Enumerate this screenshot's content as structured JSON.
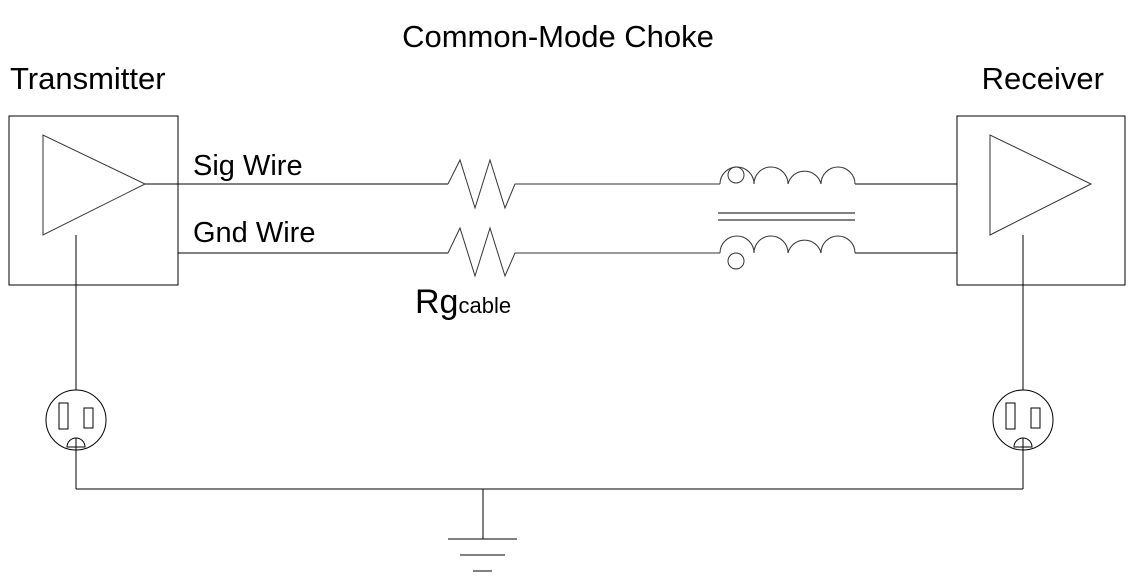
{
  "title": "Common-Mode Choke",
  "transmitter_label": "Transmitter",
  "receiver_label": "Receiver",
  "sig_wire_label": "Sig Wire",
  "gnd_wire_label": "Gnd Wire",
  "resistor_label": "Rg",
  "resistor_subscript": "cable",
  "colors": {
    "line": "#000000",
    "background": "#ffffff"
  },
  "icons": [
    "amplifier-triangle",
    "resistor-zigzag",
    "inductor-coil",
    "power-outlet",
    "ground-symbol"
  ]
}
